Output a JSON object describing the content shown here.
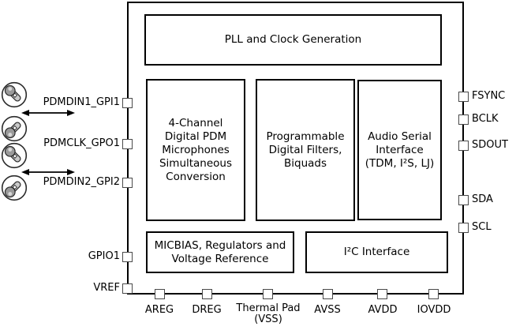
{
  "diagram": {
    "type": "chip-functional-block-diagram",
    "blocks": {
      "pll": {
        "label": "PLL and Clock Generation"
      },
      "pdm": {
        "label": "4-Channel\nDigital PDM\nMicrophones\nSimultaneous\nConversion"
      },
      "filters": {
        "label": "Programmable\nDigital Filters,\nBiquads"
      },
      "asi": {
        "label": "Audio Serial\nInterface\n(TDM, I²S, LJ)"
      },
      "micbias": {
        "label": "MICBIAS, Regulators and\nVoltage Reference"
      },
      "i2c": {
        "label": "I²C Interface"
      }
    },
    "pins": {
      "left": [
        {
          "label": "PDMDIN1_GPI1"
        },
        {
          "label": "PDMCLK_GPO1"
        },
        {
          "label": "PDMDIN2_GPI2"
        },
        {
          "label": "GPIO1"
        },
        {
          "label": "VREF"
        }
      ],
      "right": [
        {
          "label": "FSYNC"
        },
        {
          "label": "BCLK"
        },
        {
          "label": "SDOUT"
        },
        {
          "label": "SDA"
        },
        {
          "label": "SCL"
        }
      ],
      "bottom": [
        {
          "label": "AREG"
        },
        {
          "label": "DREG"
        },
        {
          "label": "Thermal Pad\n(VSS)"
        },
        {
          "label": "AVSS"
        },
        {
          "label": "AVDD"
        },
        {
          "label": "IOVDD"
        }
      ]
    },
    "icons": {
      "microphone": "microphone-icon",
      "arrow": "bidirectional-arrow-icon",
      "microphone_count": 4
    },
    "colors": {
      "line": "#000000",
      "background": "#ffffff",
      "pin_border": "#4a4a4a",
      "mic_head": "#9a9a9a",
      "mic_body": "#c9c9c9"
    }
  }
}
